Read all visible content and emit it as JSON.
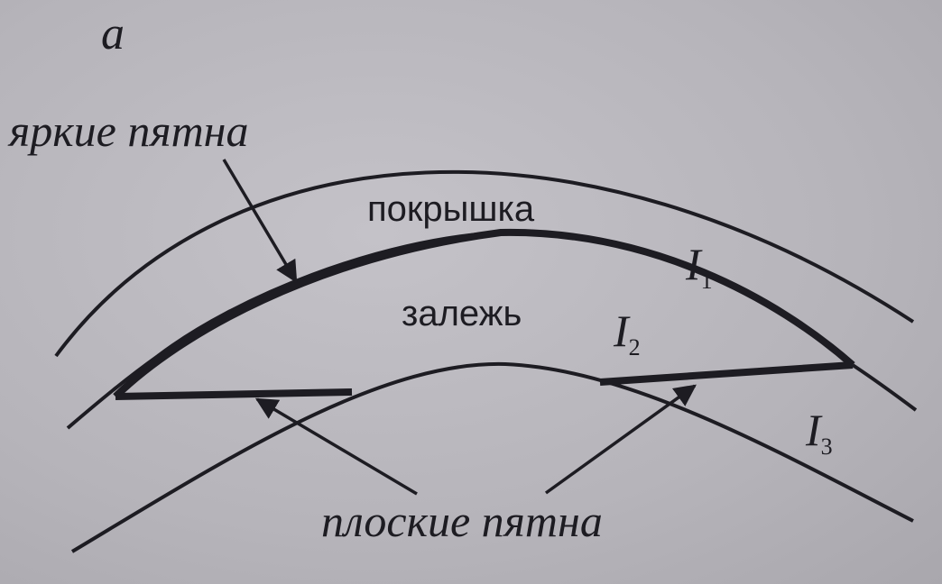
{
  "panel_letter": "a",
  "labels": {
    "bright_spots": "яркие пятна",
    "cap": "покрышка",
    "deposit": "залежь",
    "flat_spots": "плоские пятна"
  },
  "interfaces": {
    "i1": {
      "letter": "I",
      "sub": "1"
    },
    "i2": {
      "letter": "I",
      "sub": "2"
    },
    "i3": {
      "letter": "I",
      "sub": "3"
    }
  },
  "colors": {
    "ink": "#1d1c22",
    "paper": "#b7b5bb"
  }
}
